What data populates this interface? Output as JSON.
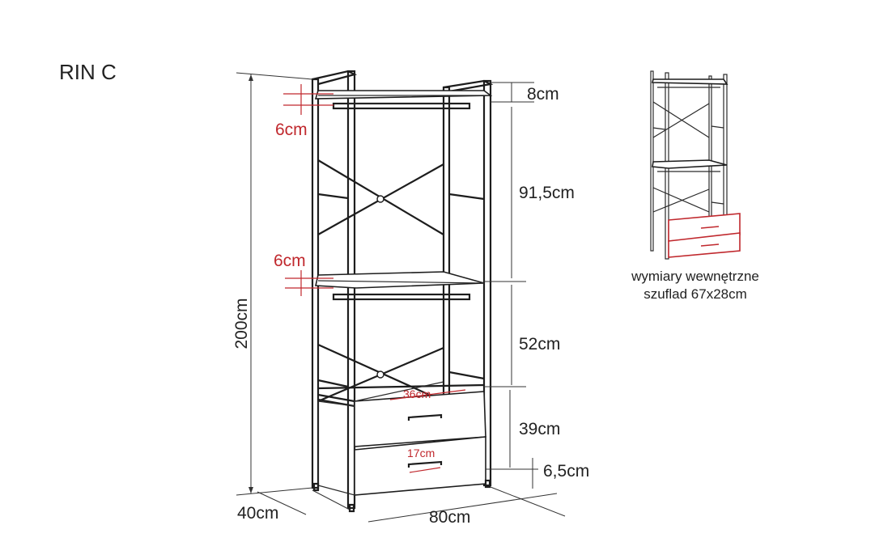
{
  "title": "RIN C",
  "dimensions": {
    "height_total": "200cm",
    "depth": "40cm",
    "width": "80cm",
    "top_gap": "8cm",
    "upper_section": "91,5cm",
    "middle_section": "52cm",
    "drawer_section": "39cm",
    "base_gap": "6,5cm",
    "rail_offset_top": "6cm",
    "rail_offset_mid": "6cm",
    "drawer_depth": "36cm",
    "handle_width": "17cm"
  },
  "inset_note": {
    "line1": "wymiary wewnętrzne",
    "line2": "szuflad 67x28cm"
  },
  "colors": {
    "frame": "#1d1d1d",
    "dimension_red": "#c0282d",
    "text": "#222222"
  }
}
